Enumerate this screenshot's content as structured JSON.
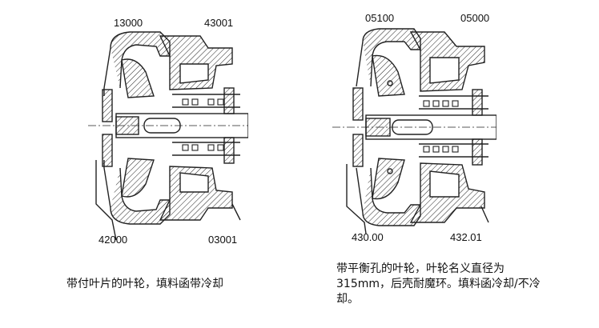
{
  "figures": [
    {
      "labels": {
        "top_left": "13000",
        "top_right": "43001",
        "bottom_left": "42000",
        "bottom_right": "03001"
      },
      "caption": "带付叶片的叶轮，填料函带冷却"
    },
    {
      "labels": {
        "top_left": "05100",
        "top_right": "05000",
        "bottom_left": "430.00",
        "bottom_right": "432.01"
      },
      "caption": "带平衡孔的叶轮，叶轮名义直径为315mm，后壳耐魔环。填料函冷却/不冷却。"
    }
  ]
}
